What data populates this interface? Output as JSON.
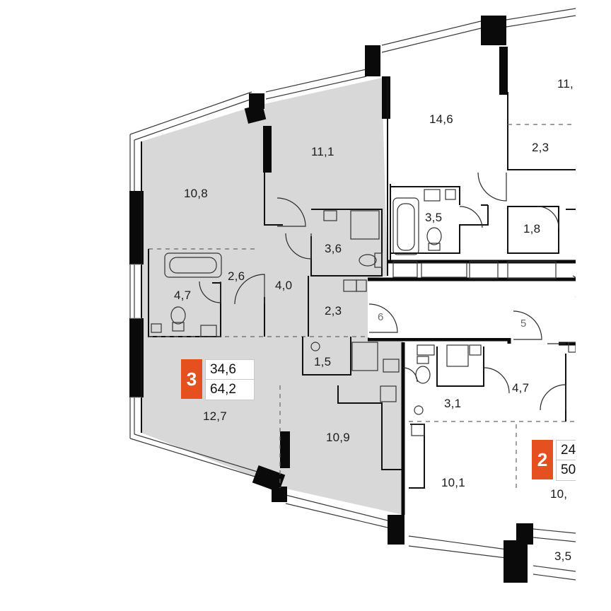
{
  "floorplan": {
    "rooms": {
      "r_10_8": "10,8",
      "r_11_1": "11,1",
      "r_14_6": "14,6",
      "r_11_right": "11,",
      "r_2_3_top": "2,3",
      "r_3_5_bath": "3,5",
      "r_1_8": "1,8",
      "r_3_6": "3,6",
      "r_2_6": "2,6",
      "r_4_0": "4,0",
      "r_4_7_left": "4,7",
      "r_2_3_mid": "2,3",
      "r_1_5": "1,5",
      "r_12_7": "12,7",
      "r_10_9": "10,9",
      "r_3_1": "3,1",
      "r_4_7_right": "4,7",
      "r_10_1": "10,1",
      "r_10_right": "10,",
      "r_3_5_bottom": "3,5"
    },
    "stairs": {
      "stair_6": "6",
      "stair_5": "5"
    },
    "apartment_3": {
      "rooms_count": "3",
      "living_area": "34,6",
      "total_area": "64,2"
    },
    "apartment_2": {
      "rooms_count": "2",
      "living_area_partial": "24",
      "total_area_partial": "50"
    },
    "colors": {
      "accent": "#e5501e",
      "room_fill": "#d8d8d8",
      "wall": "#0a0a0a",
      "line": "#2a2a2a"
    }
  }
}
